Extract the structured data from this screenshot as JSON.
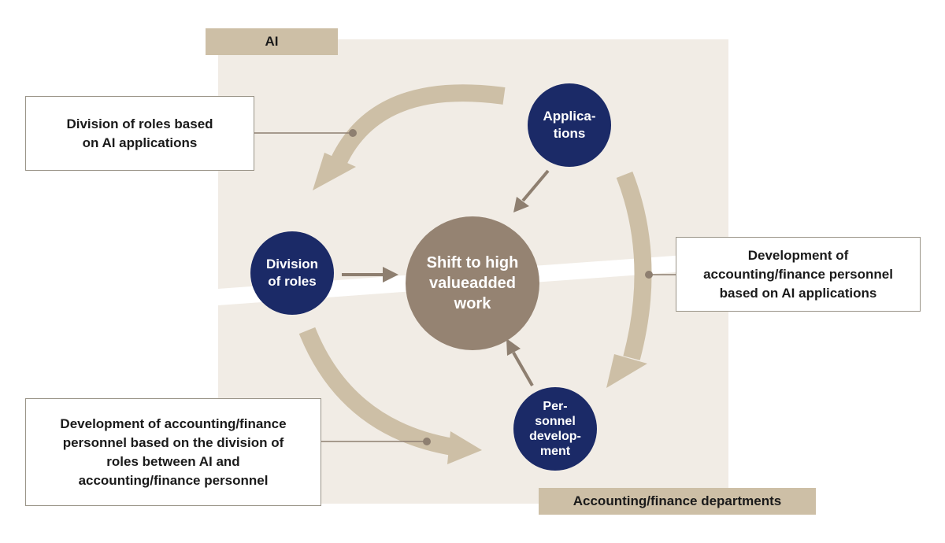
{
  "labels": {
    "ai": "AI",
    "departments": "Accounting/finance departments"
  },
  "nodes": {
    "applications": "Applica-\ntions",
    "division": "Division\nof roles",
    "personnel": "Per-\nsonnel\ndevelop-\nment",
    "center": "Shift to high\nvalueadded\nwork"
  },
  "callouts": {
    "division_roles": "Division of roles based\non AI applications",
    "development_right": "Development of\naccounting/finance personnel\nbased on AI applications",
    "development_bottom": "Development of accounting/finance\npersonnel based on the division of\nroles between AI and\naccounting/finance personnel"
  },
  "colors": {
    "navy": "#1b2a67",
    "center": "#958372",
    "arrow": "#cdbfa6",
    "panel": "#f1ece5",
    "connector": "#8e7f70"
  }
}
